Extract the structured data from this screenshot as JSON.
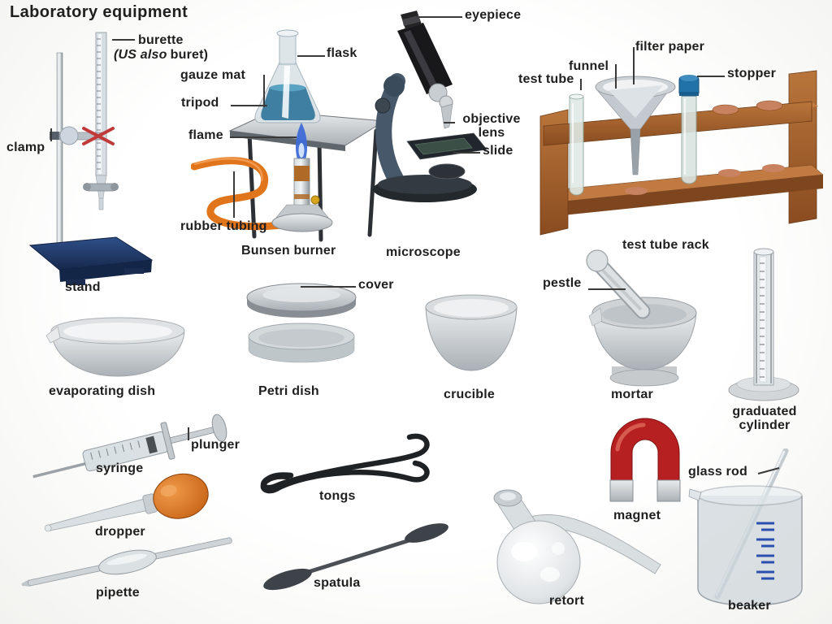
{
  "title": "Laboratory equipment",
  "labels": {
    "burette": "burette",
    "burette_alt_prefix": "(US also",
    "burette_alt_suffix": "buret)",
    "clamp": "clamp",
    "stand": "stand",
    "gauze_mat": "gauze mat",
    "tripod": "tripod",
    "flame": "flame",
    "rubber_tubing": "rubber tubing",
    "bunsen_burner": "Bunsen burner",
    "flask": "flask",
    "eyepiece": "eyepiece",
    "objective_lens": "objective lens",
    "slide": "slide",
    "microscope": "microscope",
    "test_tube": "test tube",
    "funnel": "funnel",
    "filter_paper": "filter paper",
    "stopper": "stopper",
    "test_tube_rack": "test tube rack",
    "evaporating_dish": "evaporating dish",
    "cover": "cover",
    "petri_dish": "Petri dish",
    "crucible": "crucible",
    "pestle": "pestle",
    "mortar": "mortar",
    "graduated_cylinder": "graduated cylinder",
    "syringe": "syringe",
    "plunger": "plunger",
    "dropper": "dropper",
    "tongs": "tongs",
    "pipette": "pipette",
    "spatula": "spatula",
    "retort": "retort",
    "magnet": "magnet",
    "glass_rod": "glass rod",
    "beaker": "beaker"
  },
  "colors": {
    "label_text": "#1f1f1f",
    "leader_line": "#3a3a3a",
    "magnet_red": "#b62020",
    "tubing_orange": "#e0751c",
    "dropper_bulb_orange": "#c05a0c",
    "flask_liquid_blue": "#3f7fa1",
    "flame_blue": "#3e6bd6",
    "stand_base_navy": "#1f3a66",
    "rack_wood_brown": "#a8652f",
    "stopper_blue": "#2172a6",
    "beaker_marks_blue": "#2a4fae"
  }
}
